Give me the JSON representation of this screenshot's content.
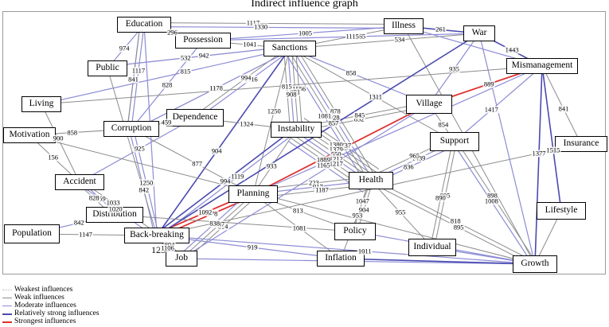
{
  "title": "Indirect influence graph",
  "colors": {
    "weakest": "#b8b8b8",
    "weak": "#8c8c8c",
    "moderate": "#8c8cd6",
    "strong": "#4a4ab0",
    "strongest": "#e03030"
  },
  "legend": [
    {
      "key": "weakest",
      "label": "Weakest influences",
      "style": "dotted"
    },
    {
      "key": "weak",
      "label": "Weak influences",
      "style": "solid"
    },
    {
      "key": "moderate",
      "label": "Moderate influences",
      "style": "solid"
    },
    {
      "key": "strong",
      "label": "Relatively strong influences",
      "style": "solid"
    },
    {
      "key": "strongest",
      "label": "Strongest influences",
      "style": "solid"
    }
  ],
  "nodes": [
    {
      "id": "education",
      "label": "Education"
    },
    {
      "id": "possession",
      "label": "Possession"
    },
    {
      "id": "sanctions",
      "label": "Sanctions"
    },
    {
      "id": "illness",
      "label": "Illness"
    },
    {
      "id": "war",
      "label": "War"
    },
    {
      "id": "mismanagement",
      "label": "Mismanagement"
    },
    {
      "id": "public",
      "label": "Public"
    },
    {
      "id": "living",
      "label": "Living"
    },
    {
      "id": "dependence",
      "label": "Dependence"
    },
    {
      "id": "corruption",
      "label": "Corruption"
    },
    {
      "id": "motivation",
      "label": "Motivation"
    },
    {
      "id": "instability",
      "label": "Instability"
    },
    {
      "id": "village",
      "label": "Village"
    },
    {
      "id": "support",
      "label": "Support"
    },
    {
      "id": "insurance",
      "label": "Insurance"
    },
    {
      "id": "accident",
      "label": "Accident"
    },
    {
      "id": "health",
      "label": "Health"
    },
    {
      "id": "planning",
      "label": "Planning"
    },
    {
      "id": "distribution",
      "label": "Distribution"
    },
    {
      "id": "lifestyle",
      "label": "Lifestyle"
    },
    {
      "id": "population",
      "label": "Population"
    },
    {
      "id": "backbreaking",
      "label": "Back-breaking"
    },
    {
      "id": "policy",
      "label": "Policy"
    },
    {
      "id": "individual",
      "label": "Individual"
    },
    {
      "id": "job",
      "label": "Job"
    },
    {
      "id": "inflation",
      "label": "Inflation"
    },
    {
      "id": "growth",
      "label": "Growth"
    }
  ],
  "standalone_labels": [
    {
      "id": "n123",
      "text": "123"
    }
  ],
  "edges": [
    {
      "from": "education",
      "to": "illness",
      "strength": "weak",
      "label": "1117"
    },
    {
      "from": "education",
      "to": "illness",
      "strength": "moderate",
      "label": "1330"
    },
    {
      "from": "education",
      "to": "possession",
      "strength": "weak",
      "label": "296"
    },
    {
      "from": "possession",
      "to": "illness",
      "strength": "moderate",
      "label": "1005"
    },
    {
      "from": "possession",
      "to": "sanctions",
      "strength": "weak",
      "label": "1041"
    },
    {
      "from": "possession",
      "to": "war",
      "strength": "moderate",
      "label": "865"
    },
    {
      "from": "public",
      "to": "sanctions",
      "strength": "weak",
      "label": "532"
    },
    {
      "from": "public",
      "to": "education",
      "strength": "moderate",
      "label": "974"
    },
    {
      "from": "illness",
      "to": "war",
      "strength": "strong",
      "label": "261"
    },
    {
      "from": "war",
      "to": "mismanagement",
      "strength": "strong",
      "label": "1443"
    },
    {
      "from": "mismanagement",
      "to": "insurance",
      "strength": "weak",
      "label": "841"
    },
    {
      "from": "mismanagement",
      "to": "lifestyle",
      "strength": "strong",
      "label": "1515"
    },
    {
      "from": "mismanagement",
      "to": "growth",
      "strength": "strong",
      "label": "1377"
    },
    {
      "from": "mismanagement",
      "to": "village",
      "strength": "strongest",
      "label": "889"
    },
    {
      "from": "war",
      "to": "village",
      "strength": "moderate",
      "label": "935"
    },
    {
      "from": "village",
      "to": "instability",
      "strength": "weak",
      "label": "852"
    },
    {
      "from": "village",
      "to": "support",
      "strength": "weak",
      "label": "854"
    },
    {
      "from": "support",
      "to": "mismanagement",
      "strength": "moderate",
      "label": "1417"
    },
    {
      "from": "support",
      "to": "growth",
      "strength": "weak",
      "label": "898"
    },
    {
      "from": "support",
      "to": "growth",
      "strength": "moderate",
      "label": "1008"
    },
    {
      "from": "support",
      "to": "individual",
      "strength": "weak",
      "label": "895"
    },
    {
      "from": "support",
      "to": "individual",
      "strength": "weak",
      "label": "890"
    },
    {
      "from": "support",
      "to": "health",
      "strength": "moderate",
      "label": "836"
    },
    {
      "from": "support",
      "to": "health",
      "strength": "moderate",
      "label": "1439"
    },
    {
      "from": "support",
      "to": "health",
      "strength": "weak",
      "label": "965"
    },
    {
      "from": "village",
      "to": "planning",
      "strength": "strongest",
      "label": "203"
    },
    {
      "from": "village",
      "to": "instability",
      "strength": "weak",
      "label": "845"
    },
    {
      "from": "sanctions",
      "to": "illness",
      "strength": "weak",
      "label": "1115"
    },
    {
      "from": "sanctions",
      "to": "war",
      "strength": "weak",
      "label": "534"
    },
    {
      "from": "sanctions",
      "to": "village",
      "strength": "moderate",
      "label": "858"
    },
    {
      "from": "sanctions",
      "to": "public",
      "strength": "moderate",
      "label": "942"
    },
    {
      "from": "sanctions",
      "to": "health",
      "strength": "weak",
      "label": "878"
    },
    {
      "from": "sanctions",
      "to": "health",
      "strength": "moderate",
      "label": "928"
    },
    {
      "from": "sanctions",
      "to": "health",
      "strength": "weak",
      "label": "857"
    },
    {
      "from": "sanctions",
      "to": "dependence",
      "strength": "moderate",
      "label": "1116"
    },
    {
      "from": "sanctions",
      "to": "dependence",
      "strength": "weak",
      "label": "994"
    },
    {
      "from": "sanctions",
      "to": "corruption",
      "strength": "moderate",
      "label": "991"
    },
    {
      "from": "sanctions",
      "to": "instability",
      "strength": "weak",
      "label": "1556"
    },
    {
      "from": "sanctions",
      "to": "instability",
      "strength": "weak",
      "label": "881"
    },
    {
      "from": "sanctions",
      "to": "instability",
      "strength": "moderate",
      "label": "908"
    },
    {
      "from": "sanctions",
      "to": "planning",
      "strength": "weak",
      "label": "1250"
    },
    {
      "from": "sanctions",
      "to": "instability",
      "strength": "weak",
      "label": "815"
    },
    {
      "from": "sanctions",
      "to": "health",
      "strength": "moderate",
      "label": "1081"
    },
    {
      "from": "sanctions",
      "to": "support",
      "strength": "weak",
      "label": "1311"
    },
    {
      "from": "sanctions",
      "to": "backbreaking",
      "strength": "strong",
      "label": "904"
    },
    {
      "from": "living",
      "to": "sanctions",
      "strength": "moderate",
      "label": "815"
    },
    {
      "from": "living",
      "to": "accident",
      "strength": "weak",
      "label": "900"
    },
    {
      "from": "corruption",
      "to": "education",
      "strength": "moderate",
      "label": "841"
    },
    {
      "from": "corruption",
      "to": "possession",
      "strength": "moderate",
      "label": "828"
    },
    {
      "from": "corruption",
      "to": "sanctions",
      "strength": "moderate",
      "label": "1178"
    },
    {
      "from": "corruption",
      "to": "education",
      "strength": "moderate",
      "label": "1117"
    },
    {
      "from": "motivation",
      "to": "corruption",
      "strength": "weak",
      "label": "858"
    },
    {
      "from": "dependence",
      "to": "corruption",
      "strength": "weak",
      "label": "459"
    },
    {
      "from": "dependence",
      "to": "accident",
      "strength": "moderate",
      "label": "925"
    },
    {
      "from": "dependence",
      "to": "instability",
      "strength": "weak",
      "label": "1324"
    },
    {
      "from": "instability",
      "to": "health",
      "strength": "weak",
      "label": "1737"
    },
    {
      "from": "instability",
      "to": "planning",
      "strength": "weak",
      "label": "933"
    },
    {
      "from": "instability",
      "to": "backbreaking",
      "strength": "moderate",
      "label": "1119"
    },
    {
      "from": "instability",
      "to": "health",
      "strength": "weak",
      "label": "1380"
    },
    {
      "from": "instability",
      "to": "health",
      "strength": "weak",
      "label": "1379"
    },
    {
      "from": "instability",
      "to": "health",
      "strength": "weak",
      "label": "550"
    },
    {
      "from": "instability",
      "to": "health",
      "strength": "moderate",
      "label": "1212"
    },
    {
      "from": "instability",
      "to": "health",
      "strength": "weak",
      "label": "1217"
    },
    {
      "from": "instability",
      "to": "health",
      "strength": "weak",
      "label": "1889"
    },
    {
      "from": "instability",
      "to": "health",
      "strength": "moderate",
      "label": "1165"
    },
    {
      "from": "instability",
      "to": "backbreaking",
      "strength": "strong",
      "label": "994"
    },
    {
      "from": "accident",
      "to": "motivation",
      "strength": "weak",
      "label": "156"
    },
    {
      "from": "accident",
      "to": "distribution",
      "strength": "moderate",
      "label": "959"
    },
    {
      "from": "accident",
      "to": "backbreaking",
      "strength": "weak",
      "label": "1033"
    },
    {
      "from": "accident",
      "to": "distribution",
      "strength": "weak",
      "label": "828"
    },
    {
      "from": "accident",
      "to": "backbreaking",
      "strength": "moderate",
      "label": "1020"
    },
    {
      "from": "corruption",
      "to": "backbreaking",
      "strength": "moderate",
      "label": "1250"
    },
    {
      "from": "corruption",
      "to": "planning",
      "strength": "weak",
      "label": "877"
    },
    {
      "from": "corruption",
      "to": "backbreaking",
      "strength": "moderate",
      "label": "842"
    },
    {
      "from": "planning",
      "to": "backbreaking",
      "strength": "strongest",
      "label": "878"
    },
    {
      "from": "planning",
      "to": "job",
      "strength": "weak",
      "label": "814"
    },
    {
      "from": "planning",
      "to": "backbreaking",
      "strength": "strongest",
      "label": "1092"
    },
    {
      "from": "planning",
      "to": "health",
      "strength": "weak",
      "label": "223"
    },
    {
      "from": "planning",
      "to": "health",
      "strength": "moderate",
      "label": "917"
    },
    {
      "from": "planning",
      "to": "health",
      "strength": "weak",
      "label": "1187"
    },
    {
      "from": "planning",
      "to": "policy",
      "strength": "weak",
      "label": "813"
    },
    {
      "from": "planning",
      "to": "job",
      "strength": "weak",
      "label": "987"
    },
    {
      "from": "planning",
      "to": "job",
      "strength": "moderate",
      "label": "838"
    },
    {
      "from": "planning",
      "to": "inflation",
      "strength": "weak",
      "label": "1081"
    },
    {
      "from": "health",
      "to": "policy",
      "strength": "weak",
      "label": "904"
    },
    {
      "from": "health",
      "to": "policy",
      "strength": "weak",
      "label": "1047"
    },
    {
      "from": "health",
      "to": "inflation",
      "strength": "weak",
      "label": "953"
    },
    {
      "from": "health",
      "to": "individual",
      "strength": "weak",
      "label": "955"
    },
    {
      "from": "health",
      "to": "growth",
      "strength": "weak",
      "label": "818"
    },
    {
      "from": "health",
      "to": "growth",
      "strength": "weak",
      "label": "895"
    },
    {
      "from": "population",
      "to": "distribution",
      "strength": "moderate",
      "label": "842"
    },
    {
      "from": "population",
      "to": "backbreaking",
      "strength": "weak",
      "label": "1147"
    },
    {
      "from": "backbreaking",
      "to": "job",
      "strength": "moderate",
      "label": "804"
    },
    {
      "from": "backbreaking",
      "to": "job",
      "strength": "weak",
      "label": "1106"
    },
    {
      "from": "backbreaking",
      "to": "inflation",
      "strength": "moderate",
      "label": "919"
    },
    {
      "from": "backbreaking",
      "to": "growth",
      "strength": "moderate",
      "label": "1011"
    },
    {
      "from": "job",
      "to": "growth",
      "strength": "moderate",
      "label": ""
    },
    {
      "from": "inflation",
      "to": "growth",
      "strength": "strong",
      "label": ""
    },
    {
      "from": "individual",
      "to": "growth",
      "strength": "moderate",
      "label": ""
    },
    {
      "from": "lifestyle",
      "to": "growth",
      "strength": "weak",
      "label": ""
    },
    {
      "from": "insurance",
      "to": "backbreaking",
      "strength": "weak",
      "label": ""
    },
    {
      "from": "war",
      "to": "growth",
      "strength": "moderate",
      "label": ""
    },
    {
      "from": "illness",
      "to": "growth",
      "strength": "weak",
      "label": ""
    },
    {
      "from": "illness",
      "to": "mismanagement",
      "strength": "moderate",
      "label": ""
    },
    {
      "from": "policy",
      "to": "growth",
      "strength": "moderate",
      "label": ""
    },
    {
      "from": "education",
      "to": "backbreaking",
      "strength": "moderate",
      "label": ""
    },
    {
      "from": "education",
      "to": "corruption",
      "strength": "weak",
      "label": ""
    },
    {
      "from": "living",
      "to": "mismanagement",
      "strength": "weak",
      "label": ""
    },
    {
      "from": "motivation",
      "to": "growth",
      "strength": "weak",
      "label": ""
    },
    {
      "from": "public",
      "to": "backbreaking",
      "strength": "weak",
      "label": ""
    },
    {
      "from": "distribution",
      "to": "policy",
      "strength": "weak",
      "label": ""
    },
    {
      "from": "war",
      "to": "backbreaking",
      "strength": "strong",
      "label": ""
    },
    {
      "from": "mismanagement",
      "to": "planning",
      "strength": "moderate",
      "label": ""
    },
    {
      "from": "village",
      "to": "job",
      "strength": "moderate",
      "label": ""
    }
  ]
}
